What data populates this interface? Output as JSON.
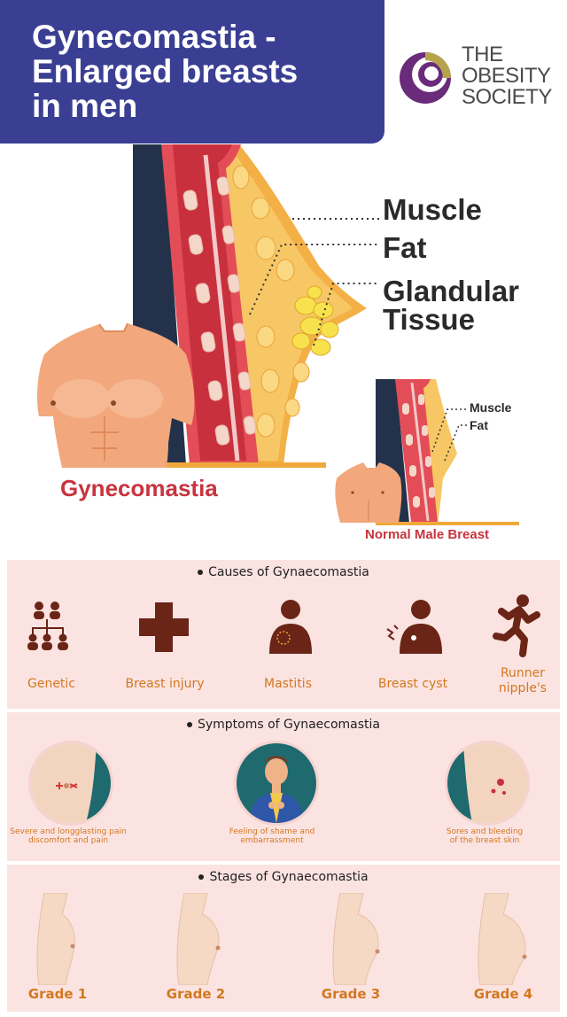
{
  "header": {
    "title": "Gynecomastia -\nEnlarged breasts\nin men",
    "logo_text": "THE\nOBESITY\nSOCIETY"
  },
  "diagram": {
    "main_labels": [
      "Muscle",
      "Fat",
      "Glandular\nTissue"
    ],
    "normal_labels": [
      "Muscle",
      "Fat"
    ],
    "caption_gynecomastia": "Gynecomastia",
    "caption_normal": "Normal Male Breast"
  },
  "causes": {
    "title": "Causes of Gynaecomastia",
    "items": [
      {
        "label": "Genetic",
        "icon": "family-tree-icon"
      },
      {
        "label": "Breast injury",
        "icon": "cross-icon"
      },
      {
        "label": "Mastitis",
        "icon": "person-inflammation-icon"
      },
      {
        "label": "Breast cyst",
        "icon": "person-cyst-icon"
      },
      {
        "label": "Runner\nnipple's",
        "icon": "runner-icon"
      }
    ]
  },
  "symptoms": {
    "title": "Symptoms of Gynaecomastia",
    "items": [
      {
        "label": "Severe and longglasting pain\ndiscomfort and pain",
        "icon": "chest-pain-icon"
      },
      {
        "label": "Feeling of shame and\nembarrassment",
        "icon": "embarrassed-man-icon"
      },
      {
        "label": "Sores and bleeding\nof the breast skin",
        "icon": "bleeding-breast-icon"
      }
    ]
  },
  "stages": {
    "title": "Stages of Gynaecomastia",
    "items": [
      "Grade 1",
      "Grade 2",
      "Grade 3",
      "Grade 4"
    ]
  },
  "colors": {
    "header_bg": "#3b3f93",
    "accent_red": "#c8343f",
    "accent_orange": "#d2781f",
    "panel_bg": "#fbe3e1",
    "icon_brown": "#6a2516",
    "logo_purple": "#6a2b7a"
  }
}
